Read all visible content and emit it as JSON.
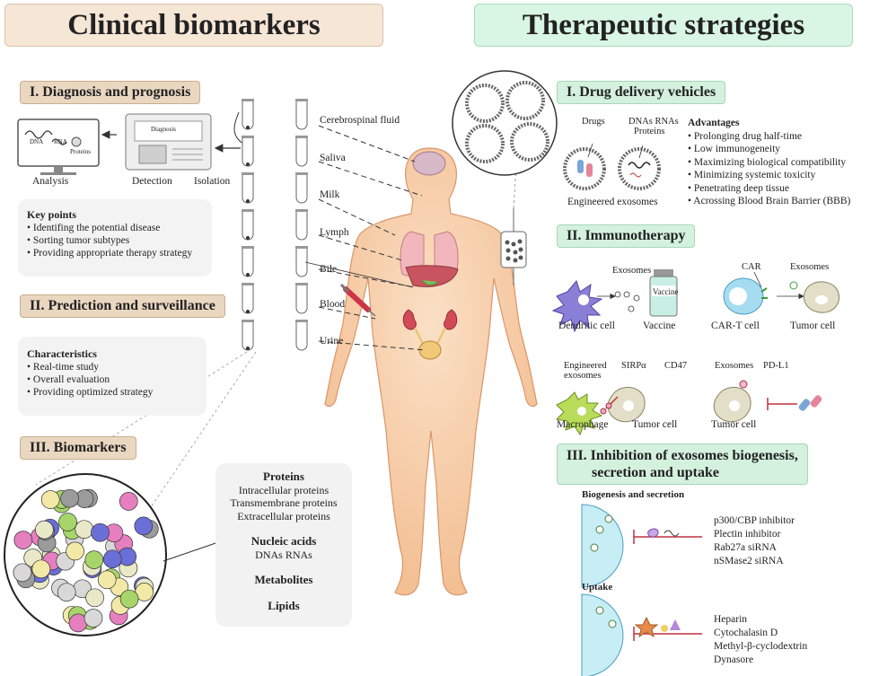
{
  "left": {
    "title": "Clinical biomarkers",
    "sec1": "I. Diagnosis and prognosis",
    "sec2": "II. Prediction and surveillance",
    "sec3": "III. Biomarkers",
    "flow": {
      "analysis": "Analysis",
      "detection": "Detection",
      "isolation": "Isolation",
      "screen": {
        "dna": "DNA",
        "rna": "RNA",
        "proteins": "Proteins"
      },
      "machine": "Diagnosis"
    },
    "keypoints": {
      "title": "Key points",
      "items": [
        "Identifing the potential disease",
        "Sorting tumor subtypes",
        "Providing appropriate therapy strategy"
      ]
    },
    "characteristics": {
      "title": "Characteristics",
      "items": [
        "Real-time study",
        "Overall evaluation",
        "Providing optimized strategy"
      ]
    },
    "biomarkers": {
      "proteins": "Proteins",
      "p1": "Intracellular proteins",
      "p2": "Transmembrane proteins",
      "p3": "Extracellular proteins",
      "nucleic": "Nucleic acids",
      "n1": "DNAs RNAs",
      "metabolites": "Metabolites",
      "lipids": "Lipids"
    }
  },
  "fluids": [
    {
      "label": "Cerebrospinal fluid",
      "color": "#e9f1f3"
    },
    {
      "label": "Saliva",
      "color": "#cdeec9"
    },
    {
      "label": "Milk",
      "color": "#d5ecf4"
    },
    {
      "label": "Lymph",
      "color": "#b35fd6"
    },
    {
      "label": "Bile",
      "color": "#5aa5e0"
    },
    {
      "label": "Blood",
      "color": "#e23c5a"
    },
    {
      "label": "Urine",
      "color": "#f2cf86"
    }
  ],
  "right": {
    "title": "Therapeutic strategies",
    "sec1": "I. Drug delivery vehicles",
    "sec2": "II. Immunotherapy",
    "sec3a": "III. Inhibition of exosomes biogenesis,",
    "sec3b": "secretion and uptake",
    "drugs": {
      "drugs": "Drugs",
      "dnas": "DNAs RNAs",
      "proteins": "Proteins",
      "engineered": "Engineered exosomes"
    },
    "advantages": {
      "title": "Advantages",
      "items": [
        "Prolonging drug half-time",
        "Low immunogeneity",
        "Maximizing biological compatibility",
        "Minimizing systemic toxicity",
        "Penetrating deep tissue",
        "Acrossing Blood Brain Barrier (BBB)"
      ]
    },
    "immuno": {
      "exosomes": "Exosomes",
      "vaccine_tag": "Vaccine",
      "dendritic": "Dendritic cell",
      "vaccine": "Vaccine",
      "car": "CAR",
      "exosomes2": "Exosomes",
      "cart": "CAR-T cell",
      "tumor1": "Tumor cell",
      "engineered1": "Engineered",
      "engineered2": "exosomes",
      "sirpa": "SIRPα",
      "cd47": "CD47",
      "macrophage": "Macrophage",
      "tumor2": "Tumor cell",
      "exosomes3": "Exosomes",
      "pdl1": "PD-L1",
      "tumor3": "Tumor cell"
    },
    "biogenesis": {
      "title": "Biogenesis and secretion",
      "items": [
        "p300/CBP inhibitor",
        "Plectin inhibitor",
        "Rab27a siRNA",
        "nSMase2 siRNA"
      ]
    },
    "uptake": {
      "title": "Uptake",
      "items": [
        "Heparin",
        "Cytochalasin D",
        "Methyl-β-cyclodextrin",
        "Dynasore"
      ]
    }
  }
}
